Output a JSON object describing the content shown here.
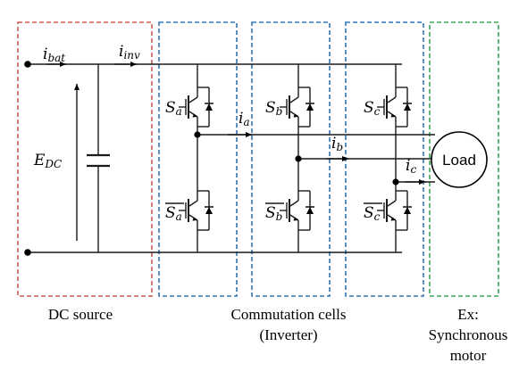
{
  "diagram": {
    "currents": {
      "i_bat": {
        "base": "i",
        "sub": "bat"
      },
      "i_inv": {
        "base": "i",
        "sub": "inv"
      },
      "i_a": {
        "base": "i",
        "sub": "a"
      },
      "i_b": {
        "base": "i",
        "sub": "b"
      },
      "i_c": {
        "base": "i",
        "sub": "c"
      }
    },
    "source_voltage": {
      "base": "E",
      "sub": "DC"
    },
    "switches": {
      "upper": [
        {
          "base": "S",
          "sub": "a"
        },
        {
          "base": "S",
          "sub": "b"
        },
        {
          "base": "S",
          "sub": "c"
        }
      ],
      "lower": [
        {
          "base": "S",
          "sub": "a"
        },
        {
          "base": "S",
          "sub": "b"
        },
        {
          "base": "S",
          "sub": "c"
        }
      ]
    },
    "load_label": "Load",
    "captions": {
      "dc_source": "DC source",
      "inverter_line1": "Commutation cells",
      "inverter_line2": "(Inverter)",
      "motor_line1": "Ex:",
      "motor_line2": "Synchronous",
      "motor_line3": "motor"
    },
    "colors": {
      "dc_source_box": "#c0392b",
      "inverter_boxes": "#2e75b6",
      "motor_box": "#3aa657"
    }
  }
}
